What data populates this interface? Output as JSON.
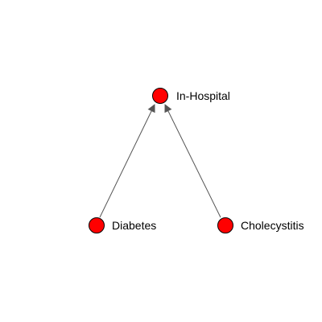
{
  "colors": {
    "node_fill": "#ff0000",
    "node_stroke": "#000000",
    "edge": "#555555",
    "background": "#ffffff"
  },
  "nodes": [
    {
      "id": "in-hospital",
      "label": "In-Hospital"
    },
    {
      "id": "diabetes",
      "label": "Diabetes"
    },
    {
      "id": "cholecystitis",
      "label": "Cholecystitis"
    }
  ],
  "edges": [
    {
      "from": "diabetes",
      "to": "in-hospital"
    },
    {
      "from": "cholecystitis",
      "to": "in-hospital"
    }
  ]
}
